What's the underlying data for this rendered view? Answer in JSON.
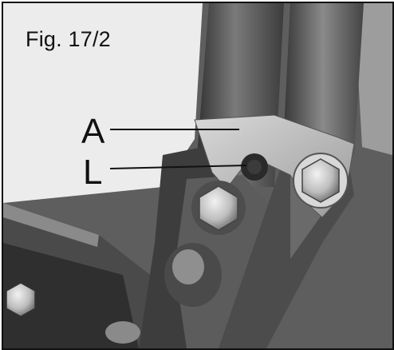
{
  "figure": {
    "label": "Fig. 17/2",
    "callouts": [
      {
        "letter": "A"
      },
      {
        "letter": "L"
      }
    ]
  },
  "colors": {
    "background": "#ffffff",
    "frame": "#111111",
    "metal_dark": "#3a3a3a",
    "metal_mid": "#6e6e6e",
    "metal_light": "#cfcfcf"
  }
}
